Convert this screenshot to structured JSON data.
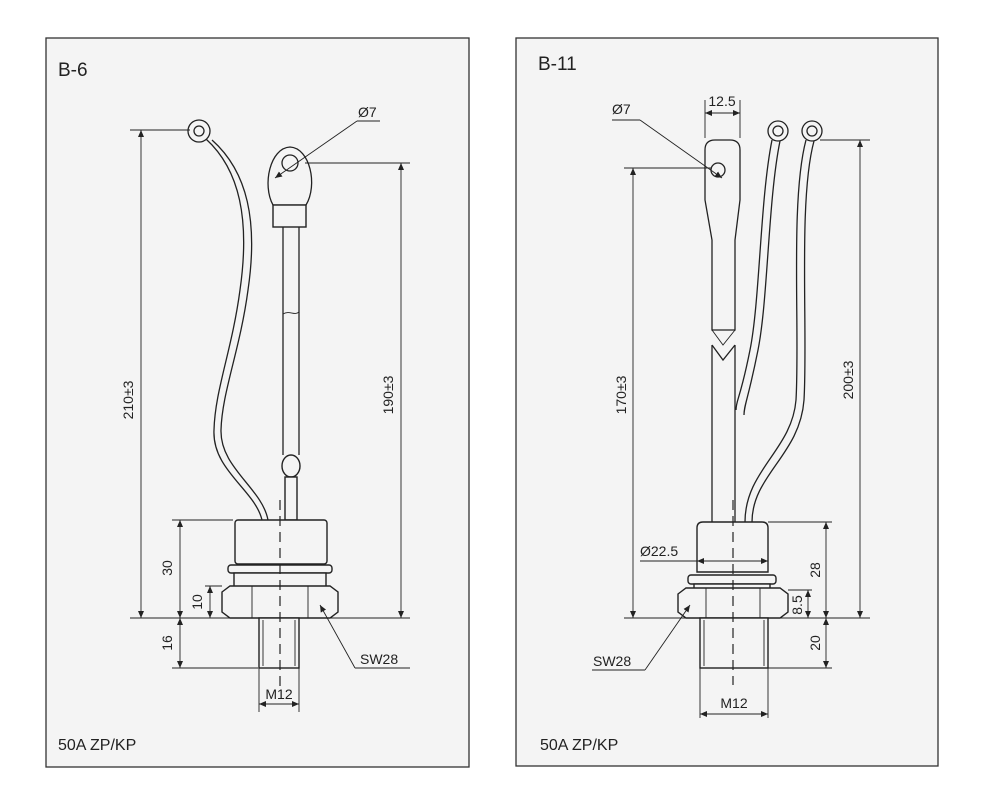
{
  "panels": [
    {
      "title": "B-6",
      "footer": "50A  ZP/KP",
      "dims": {
        "hole": "Ø7",
        "total_gate": "210±3",
        "total_main": "190±3",
        "body": "30",
        "nut": "10",
        "thread_len": "16",
        "wrench": "SW28",
        "thread": "M12"
      }
    },
    {
      "title": "B-11",
      "footer": "50A  ZP/KP",
      "dims": {
        "width": "12.5",
        "hole": "Ø7",
        "total_main": "170±3",
        "total_gate": "200±3",
        "body": "28",
        "nut": "8.5",
        "thread_len": "20",
        "diameter": "Ø22.5",
        "wrench": "SW28",
        "thread": "M12"
      }
    }
  ],
  "colors": {
    "panel_bg": "#f4f4f4",
    "line": "#222222"
  }
}
